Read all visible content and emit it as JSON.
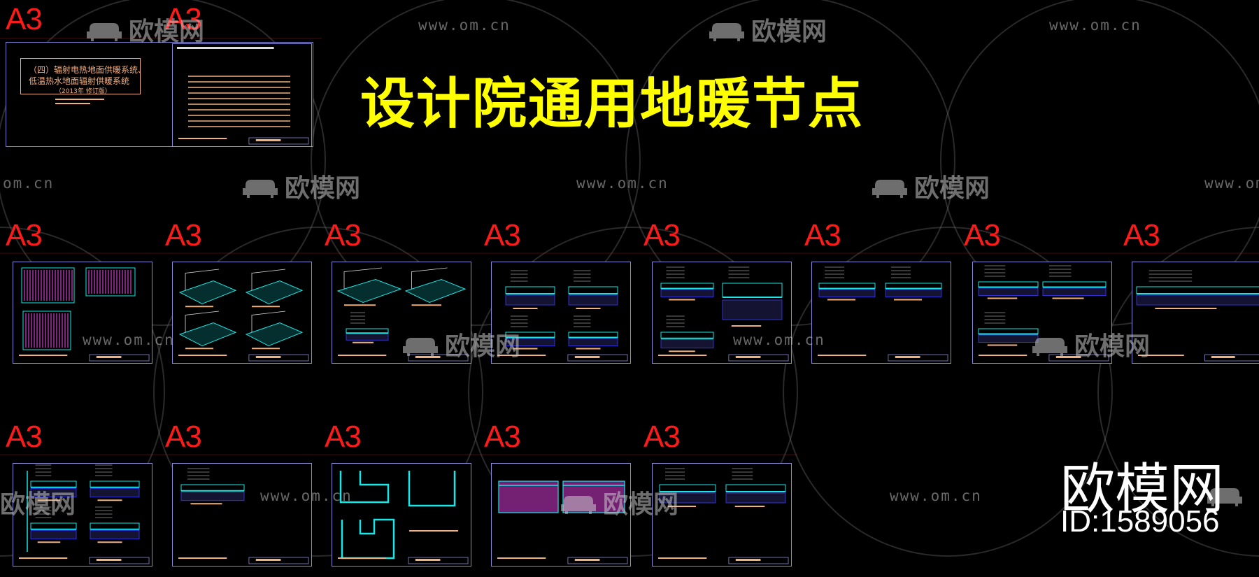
{
  "title": "设计院通用地暖节点",
  "sheet_size_label": "A3",
  "watermark": {
    "brand": "欧模网",
    "url": "www.om.cn",
    "url_short": "om.cn"
  },
  "brand": {
    "name": "欧模网",
    "id": "ID:1589056"
  },
  "cover_sheet": {
    "line1": "（四）辐射电热地面供暖系统、",
    "line2": "低温热水地面辐射供暖系统",
    "line3": "（2013年 修订版）"
  },
  "colors": {
    "sheet_border": "#8a8ad8",
    "sheet_label": "#ff1a1a",
    "title": "#ffff00",
    "cyan": "#19e6e6",
    "magenta": "#d43cd4",
    "orange": "#f0b080",
    "blue": "#3a3aff"
  },
  "sheets": [
    {
      "id": "s1",
      "kind": "cover"
    },
    {
      "id": "s2",
      "kind": "index"
    },
    {
      "id": "s3",
      "kind": "pipe-layout"
    },
    {
      "id": "s4",
      "kind": "iso-4"
    },
    {
      "id": "s5",
      "kind": "iso-mixed"
    },
    {
      "id": "s6",
      "kind": "sections-4"
    },
    {
      "id": "s7",
      "kind": "sections-3"
    },
    {
      "id": "s8",
      "kind": "sections-2"
    },
    {
      "id": "s9",
      "kind": "sections-3b"
    },
    {
      "id": "s10",
      "kind": "section-wide"
    },
    {
      "id": "s11",
      "kind": "sections-wall"
    },
    {
      "id": "s12",
      "kind": "section-single"
    },
    {
      "id": "s13",
      "kind": "rooms"
    },
    {
      "id": "s14",
      "kind": "magenta-sections"
    },
    {
      "id": "s15",
      "kind": "sections-2b"
    }
  ]
}
